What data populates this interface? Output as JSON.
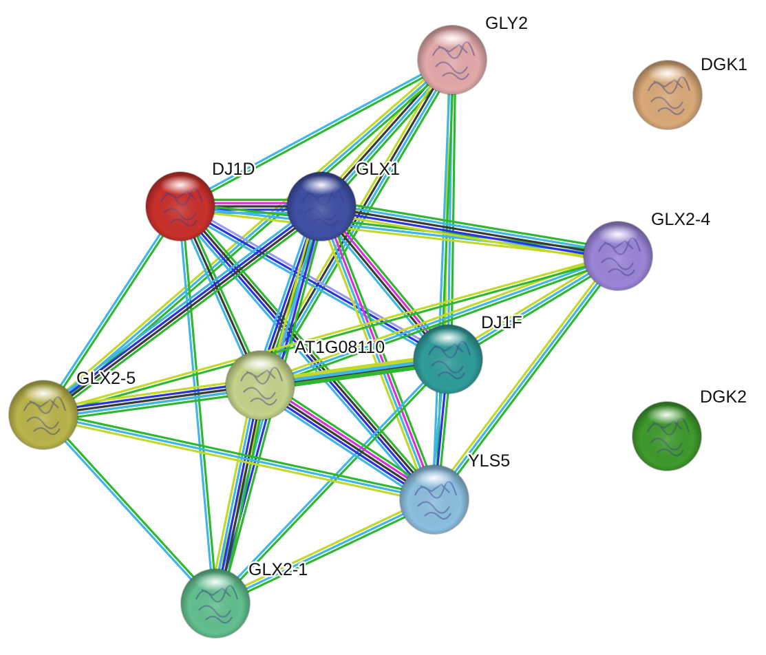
{
  "nodes": [
    {
      "id": "GLY2",
      "label": "GLY2",
      "color": "#e3a9a9"
    },
    {
      "id": "DGK1",
      "label": "DGK1",
      "color": "#d9aa78"
    },
    {
      "id": "DJ1D",
      "label": "DJ1D",
      "color": "#c9302c"
    },
    {
      "id": "GLX1",
      "label": "GLX1",
      "color": "#3f4fa3"
    },
    {
      "id": "GLX2-4",
      "label": "GLX2-4",
      "color": "#9b85d8"
    },
    {
      "id": "DJ1F",
      "label": "DJ1F",
      "color": "#2f9c9a"
    },
    {
      "id": "AT1G08110",
      "label": "AT1G08110",
      "color": "#c3d38a"
    },
    {
      "id": "GLX2-5",
      "label": "GLX2-5",
      "color": "#b9b44a"
    },
    {
      "id": "DGK2",
      "label": "DGK2",
      "color": "#3f9a2c"
    },
    {
      "id": "YLS5",
      "label": "YLS5",
      "color": "#8cbfe0"
    },
    {
      "id": "GLX2-1",
      "label": "GLX2-1",
      "color": "#62c08e"
    }
  ],
  "edge_colors": {
    "green": "#2fb82f",
    "cyan": "#3fb6e6",
    "yellow": "#c2d82a",
    "black": "#3a3a3a",
    "blue": "#2b33e0",
    "magenta": "#d930d9",
    "lavender": "#9a9af0"
  },
  "edges": [
    {
      "a": "GLY2",
      "b": "DJ1D",
      "types": [
        "green",
        "cyan"
      ]
    },
    {
      "a": "GLY2",
      "b": "GLX1",
      "types": [
        "green",
        "cyan",
        "black",
        "yellow"
      ]
    },
    {
      "a": "GLY2",
      "b": "AT1G08110",
      "types": [
        "green",
        "cyan",
        "black",
        "yellow"
      ]
    },
    {
      "a": "GLY2",
      "b": "DJ1F",
      "types": [
        "green",
        "cyan",
        "yellow"
      ]
    },
    {
      "a": "GLY2",
      "b": "GLX2-5",
      "types": [
        "green",
        "cyan",
        "yellow"
      ]
    },
    {
      "a": "GLY2",
      "b": "YLS5",
      "types": [
        "green",
        "cyan"
      ]
    },
    {
      "a": "DJ1D",
      "b": "GLX1",
      "types": [
        "green",
        "magenta",
        "black",
        "blue",
        "cyan"
      ]
    },
    {
      "a": "DJ1D",
      "b": "GLX2-4",
      "types": [
        "green",
        "cyan",
        "yellow"
      ]
    },
    {
      "a": "DJ1D",
      "b": "DJ1F",
      "types": [
        "lavender",
        "blue",
        "cyan"
      ]
    },
    {
      "a": "DJ1D",
      "b": "AT1G08110",
      "types": [
        "green",
        "black",
        "cyan"
      ]
    },
    {
      "a": "DJ1D",
      "b": "GLX2-5",
      "types": [
        "green",
        "cyan"
      ]
    },
    {
      "a": "DJ1D",
      "b": "YLS5",
      "types": [
        "green",
        "black",
        "blue",
        "cyan"
      ]
    },
    {
      "a": "DJ1D",
      "b": "GLX2-1",
      "types": [
        "green",
        "cyan"
      ]
    },
    {
      "a": "GLX1",
      "b": "GLX2-4",
      "types": [
        "green",
        "cyan",
        "black",
        "blue",
        "yellow"
      ]
    },
    {
      "a": "GLX1",
      "b": "DJ1F",
      "types": [
        "green",
        "magenta",
        "black",
        "cyan"
      ]
    },
    {
      "a": "GLX1",
      "b": "AT1G08110",
      "types": [
        "lavender",
        "green",
        "black",
        "blue",
        "cyan"
      ]
    },
    {
      "a": "GLX1",
      "b": "GLX2-5",
      "types": [
        "green",
        "black",
        "blue",
        "cyan"
      ]
    },
    {
      "a": "GLX1",
      "b": "YLS5",
      "types": [
        "green",
        "magenta",
        "cyan",
        "yellow"
      ]
    },
    {
      "a": "GLX1",
      "b": "GLX2-1",
      "types": [
        "green",
        "blue",
        "cyan",
        "yellow"
      ]
    },
    {
      "a": "GLX2-4",
      "b": "DJ1F",
      "types": [
        "green",
        "cyan",
        "yellow"
      ]
    },
    {
      "a": "GLX2-4",
      "b": "AT1G08110",
      "types": [
        "green",
        "cyan",
        "yellow"
      ]
    },
    {
      "a": "GLX2-4",
      "b": "GLX2-5",
      "types": [
        "green",
        "yellow"
      ]
    },
    {
      "a": "GLX2-4",
      "b": "YLS5",
      "types": [
        "green",
        "cyan",
        "yellow"
      ]
    },
    {
      "a": "DJ1F",
      "b": "AT1G08110",
      "types": [
        "green",
        "black",
        "cyan",
        "yellow"
      ]
    },
    {
      "a": "DJ1F",
      "b": "GLX2-5",
      "types": [
        "green",
        "cyan",
        "yellow"
      ]
    },
    {
      "a": "DJ1F",
      "b": "YLS5",
      "types": [
        "green",
        "blue",
        "cyan"
      ]
    },
    {
      "a": "DJ1F",
      "b": "GLX2-1",
      "types": [
        "green",
        "cyan"
      ]
    },
    {
      "a": "AT1G08110",
      "b": "GLX2-5",
      "types": [
        "green",
        "cyan",
        "black",
        "blue",
        "yellow"
      ]
    },
    {
      "a": "AT1G08110",
      "b": "YLS5",
      "types": [
        "green",
        "magenta",
        "black",
        "blue",
        "cyan"
      ]
    },
    {
      "a": "AT1G08110",
      "b": "GLX2-1",
      "types": [
        "green",
        "black",
        "blue",
        "cyan",
        "yellow"
      ]
    },
    {
      "a": "GLX2-5",
      "b": "YLS5",
      "types": [
        "green",
        "cyan",
        "yellow"
      ]
    },
    {
      "a": "GLX2-5",
      "b": "GLX2-1",
      "types": [
        "green",
        "cyan"
      ]
    },
    {
      "a": "YLS5",
      "b": "GLX2-1",
      "types": [
        "green",
        "cyan",
        "yellow"
      ]
    }
  ]
}
